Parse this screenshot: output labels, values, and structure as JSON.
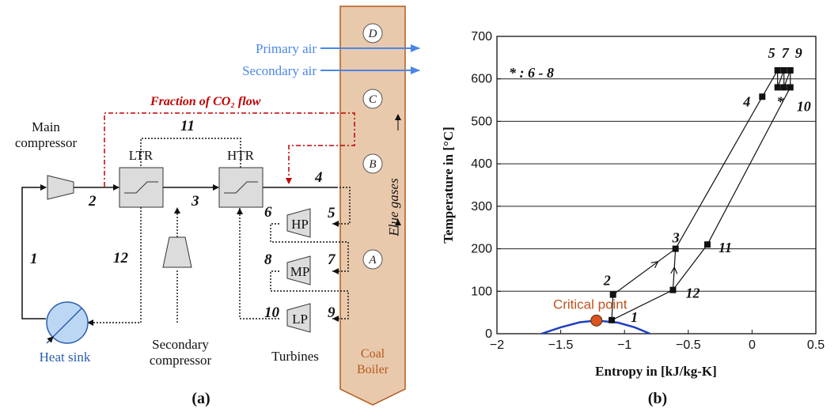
{
  "cycle_diagram": {
    "labels": {
      "primary_air": "Primary air",
      "secondary_air": "Secondary air",
      "fraction_co2": "Fraction of CO₂ flow",
      "main_compressor": [
        "Main",
        "compressor"
      ],
      "ltr": "LTR",
      "htr": "HTR",
      "hp": "HP",
      "mp": "MP",
      "lp": "LP",
      "heat_sink": "Heat sink",
      "secondary_compressor": [
        "Secondary",
        "compressor"
      ],
      "turbines": "Turbines",
      "coal_boiler": [
        "Coal",
        "Boiler"
      ],
      "flue_gases": "Flue gases",
      "caption": "(a)"
    },
    "boiler_sections": [
      "D",
      "C",
      "B",
      "A"
    ],
    "state_points": [
      "1",
      "2",
      "3",
      "4",
      "5",
      "6",
      "7",
      "8",
      "9",
      "10",
      "11",
      "12"
    ],
    "colors": {
      "co2_fraction": "#c00000",
      "air": "#4a86e8",
      "heat_sink": "#2a5db0",
      "boiler": "#e9c9ac"
    }
  },
  "chart_data": {
    "type": "line",
    "title": "",
    "xlabel": "Entropy in [kJ/kg-K]",
    "ylabel": "Temperature in [°C]",
    "xlim": [
      -2,
      0.5
    ],
    "ylim": [
      0,
      700
    ],
    "xticks": [
      -2,
      -1.5,
      -1,
      -0.5,
      0,
      0.5
    ],
    "yticks": [
      0,
      100,
      200,
      300,
      400,
      500,
      600,
      700
    ],
    "xtick_labels": [
      "−2",
      "−1.5",
      "−1",
      "−0.5",
      "0",
      "0.5"
    ],
    "ytick_labels": [
      "0",
      "100",
      "200",
      "300",
      "400",
      "500",
      "600",
      "700"
    ],
    "grid": "horizontal",
    "annotation": "* : 6 - 8",
    "star_marker": "*",
    "critical_point": {
      "label": "Critical point",
      "s": -1.22,
      "T": 31,
      "color": "#d9531e"
    },
    "saturation_dome": {
      "color": "#1f3fbf",
      "points": [
        [
          -1.65,
          0
        ],
        [
          -1.5,
          15
        ],
        [
          -1.35,
          27
        ],
        [
          -1.22,
          31
        ],
        [
          -1.05,
          26
        ],
        [
          -0.92,
          15
        ],
        [
          -0.8,
          0
        ]
      ]
    },
    "points": [
      {
        "label": "1",
        "s": -1.1,
        "T": 32
      },
      {
        "label": "2",
        "s": -1.09,
        "T": 92
      },
      {
        "label": "3",
        "s": -0.6,
        "T": 200
      },
      {
        "label": "4",
        "s": 0.08,
        "T": 558
      },
      {
        "label": "5",
        "s": 0.2,
        "T": 620
      },
      {
        "label": "6",
        "s": 0.2,
        "T": 580
      },
      {
        "label": "7",
        "s": 0.25,
        "T": 620
      },
      {
        "label": "8",
        "s": 0.25,
        "T": 580
      },
      {
        "label": "9",
        "s": 0.3,
        "T": 620
      },
      {
        "label": "10",
        "s": 0.3,
        "T": 580
      },
      {
        "label": "11",
        "s": -0.35,
        "T": 210
      },
      {
        "label": "12",
        "s": -0.62,
        "T": 103
      }
    ],
    "paths": [
      [
        "1",
        "2"
      ],
      [
        "2",
        "3"
      ],
      [
        "3",
        "4"
      ],
      [
        "4",
        "5"
      ],
      [
        "5",
        "6"
      ],
      [
        "6",
        "7"
      ],
      [
        "7",
        "8"
      ],
      [
        "8",
        "9"
      ],
      [
        "9",
        "10"
      ],
      [
        "10",
        "11"
      ],
      [
        "11",
        "12"
      ],
      [
        "12",
        "1"
      ],
      [
        "12",
        "3"
      ]
    ],
    "caption": "(b)"
  }
}
